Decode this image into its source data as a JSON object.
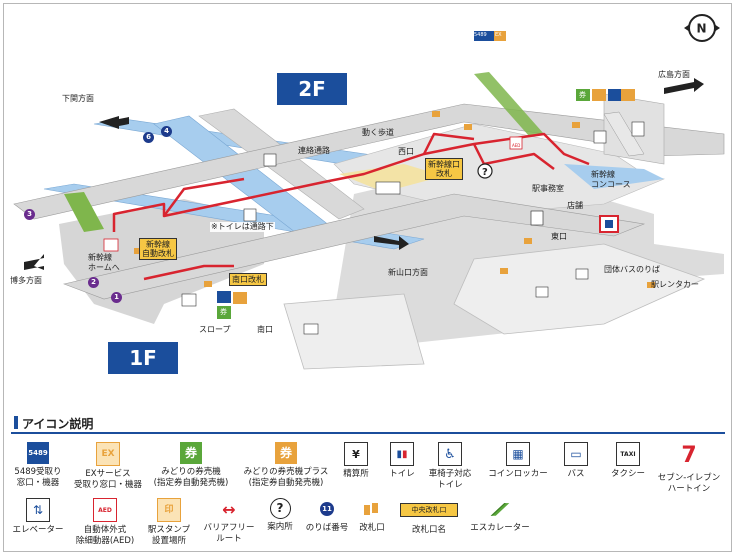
{
  "floors": {
    "f2": "2F",
    "f1": "1F"
  },
  "directions": {
    "shimonoseki": "下関方面",
    "hiroshima": "広島方面",
    "hakata": "博多方面",
    "shinyamaguchi": "新山口方面"
  },
  "map_labels": {
    "moving_walkway": "動く歩道",
    "renraku_tsuro": "連絡通路",
    "west_exit": "西口",
    "shinkansen_gate": "新幹線口\n改札",
    "station_office": "駅事務室",
    "concourse": "新幹線\nコンコース",
    "shops": "店舗",
    "east_exit": "東口",
    "toilet_note": "※トイレは通路下",
    "shinkansen_auto_gate": "新幹線\n自動改札",
    "to_shinkansen_home": "新幹線\nホームへ",
    "south_gate": "南口改札",
    "slope": "スロープ",
    "south_exit": "南口",
    "group_bus": "団体バスのりば",
    "rent_a_car": "駅レンタカー",
    "ticket_5489": "5489",
    "ex_icon": "EX",
    "ken": "券",
    "aed": "AED"
  },
  "platform_numbers": [
    {
      "label": "1",
      "color": "#6a2c8e"
    },
    {
      "label": "2",
      "color": "#6a2c8e"
    },
    {
      "label": "3",
      "color": "#6a2c8e"
    },
    {
      "label": "4",
      "color": "#1d3b8c"
    },
    {
      "label": "6",
      "color": "#1d3b8c"
    }
  ],
  "legend": {
    "title": "アイコン説明",
    "items": [
      {
        "icon": "ticket-5489-icon",
        "caption": "5489受取り\n窓口・機器",
        "glyph": "5489"
      },
      {
        "icon": "ex-service-icon",
        "caption": "EXサービス\n受取り窓口・機器",
        "glyph": "EX"
      },
      {
        "icon": "midori-ticket-machine-icon",
        "caption": "みどりの券売機\n(指定券自動発売機)",
        "glyph": "券"
      },
      {
        "icon": "midori-ticket-machine-plus-icon",
        "caption": "みどりの券売機プラス\n(指定券自動発売機)",
        "glyph": "券"
      },
      {
        "icon": "fare-adjustment-icon",
        "caption": "精算所",
        "glyph": "¥"
      },
      {
        "icon": "toilet-icon",
        "caption": "トイレ",
        "glyph": "🚻"
      },
      {
        "icon": "wheelchair-toilet-icon",
        "caption": "車椅子対応\nトイレ",
        "glyph": "♿"
      },
      {
        "icon": "coin-locker-icon",
        "caption": "コインロッカー",
        "glyph": "▦"
      },
      {
        "icon": "bus-icon",
        "caption": "バス",
        "glyph": "🚌"
      },
      {
        "icon": "taxi-icon",
        "caption": "タクシー",
        "glyph": "TAXI"
      },
      {
        "icon": "seven-eleven-icon",
        "caption": "セブン-イレブン\nハートイン",
        "glyph": "7"
      },
      {
        "icon": "elevator-icon",
        "caption": "エレベーター",
        "glyph": "⇅"
      },
      {
        "icon": "aed-icon",
        "caption": "自動体外式\n除細動器(AED)",
        "glyph": "AED"
      },
      {
        "icon": "station-stamp-icon",
        "caption": "駅スタンプ\n設置場所",
        "glyph": "印"
      },
      {
        "icon": "barrier-free-route-icon",
        "caption": "バリアフリー\nルート",
        "glyph": "↔"
      },
      {
        "icon": "information-icon",
        "caption": "案内所",
        "glyph": "?"
      },
      {
        "icon": "platform-number-icon",
        "caption": "のりば番号",
        "glyph": "11"
      },
      {
        "icon": "ticket-gate-icon",
        "caption": "改札口",
        "glyph": ""
      },
      {
        "icon": "gate-name-icon",
        "caption": "改札口名",
        "glyph": "中央改札口"
      },
      {
        "icon": "escalator-icon",
        "caption": "エスカレーター",
        "glyph": ""
      }
    ]
  },
  "compass": {
    "label": "N"
  },
  "colors": {
    "floor_blue": "#1b4e9c",
    "route_red": "#d8242f",
    "platform_blue": "#9ec8ec",
    "floor_gray": "#d6d6d6",
    "yellow": "#f6c744",
    "ken_green": "#5aa73a",
    "ken_orange": "#e8a23c"
  }
}
